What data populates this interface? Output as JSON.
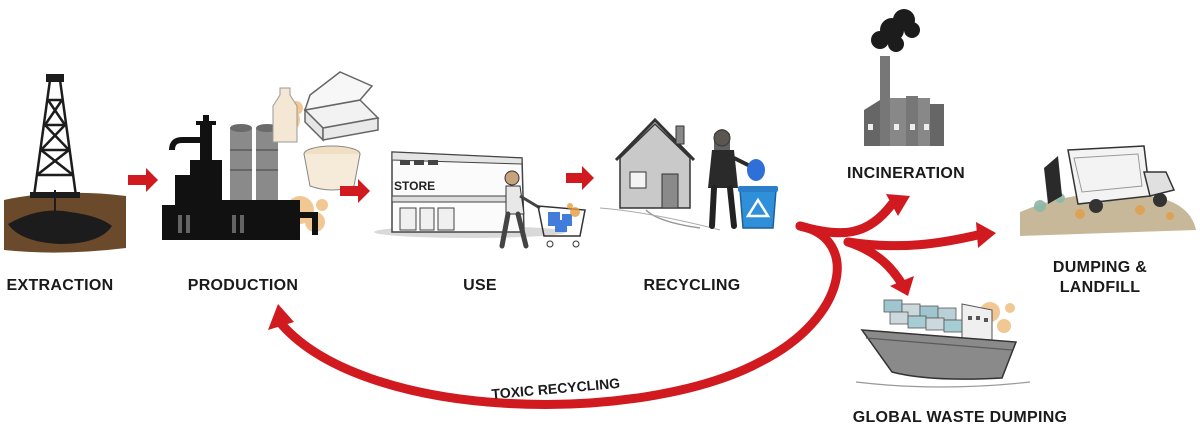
{
  "stages": {
    "extraction": "EXTRACTION",
    "production": "PRODUCTION",
    "use": "USE",
    "recycling": "RECYCLING",
    "incineration": "INCINERATION",
    "dumping_line1": "DUMPING &",
    "dumping_line2": "LANDFILL",
    "global_waste": "GLOBAL WASTE DUMPING"
  },
  "store_sign": "STORE",
  "toxic_recycling_label": "TOXIC RECYCLING",
  "colors": {
    "arrow": "#d11a1f",
    "ink": "#1a1a1a",
    "earth": "#6b4a2b",
    "oil": "#1c1c1c",
    "orange_dust": "#e79a3c",
    "recycle_blue": "#2f8fd8"
  },
  "icons": [
    "oil-derrick-icon",
    "factory-icon",
    "plastic-products-icon",
    "store-icon",
    "shopper-icon",
    "house-icon",
    "woman-recycling-icon",
    "recycle-bin-icon",
    "smokestack-icon",
    "landfill-truck-icon",
    "cargo-ship-icon"
  ]
}
